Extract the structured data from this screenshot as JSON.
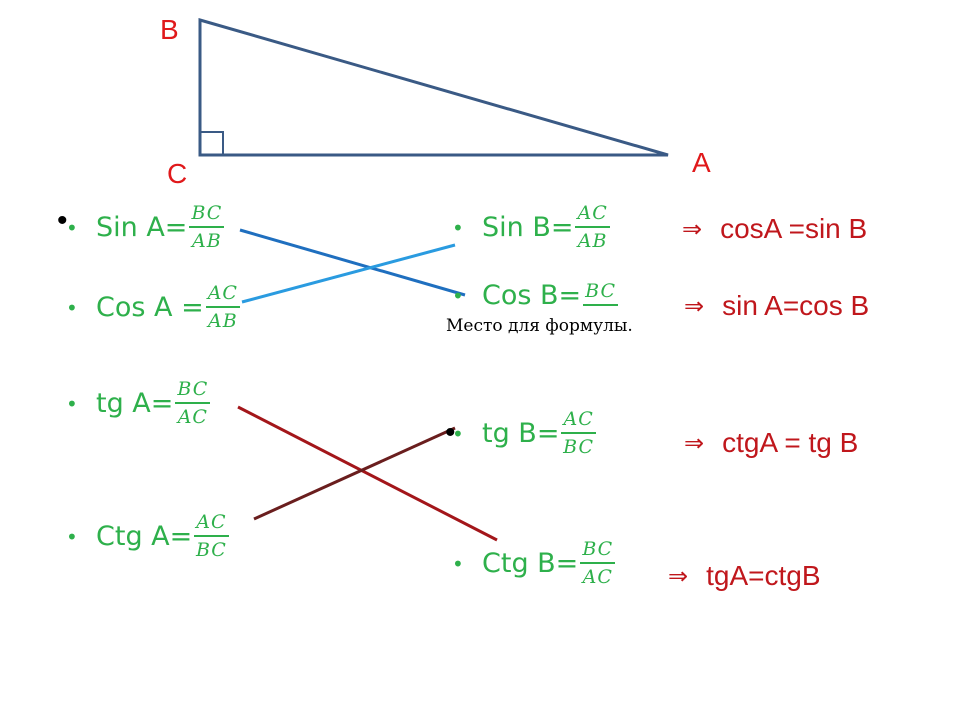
{
  "triangle": {
    "labels": {
      "B": "B",
      "C": "C",
      "A": "A"
    }
  },
  "left_column": [
    {
      "label": "Sin A=",
      "num": "BC",
      "den": "AB"
    },
    {
      "label": "Cos A =",
      "num": "AC",
      "den": "AB"
    },
    {
      "label": "tg A=",
      "num": "BC",
      "den": "AC"
    },
    {
      "label": "Ctg A=",
      "num": "AC",
      "den": "BC"
    }
  ],
  "right_column": [
    {
      "label": "Sin B=",
      "num": "AC",
      "den": "AB"
    },
    {
      "label": "Cos B=",
      "num": "BC",
      "den": ""
    },
    {
      "label": "tg B=",
      "num": "AC",
      "den": "BC"
    },
    {
      "label": "Ctg B=",
      "num": "BC",
      "den": "AC"
    }
  ],
  "placeholder": "Место для формулы.",
  "results": [
    {
      "arrow": "⇒",
      "text": "cosA =sin B"
    },
    {
      "arrow": "⇒",
      "text": "sin A=cos B"
    },
    {
      "arrow": "⇒",
      "text": "ctgA = tg B"
    },
    {
      "arrow": "⇒",
      "text": "tgA=ctgB"
    }
  ],
  "bullet_glyph": "•",
  "colors": {
    "vertex": "#e0191b",
    "formula": "#2eb04b",
    "result": "#c0171c",
    "triangle": "#3a5a85",
    "blue_line": "#1f87d6",
    "red_line": "#9b1418"
  }
}
